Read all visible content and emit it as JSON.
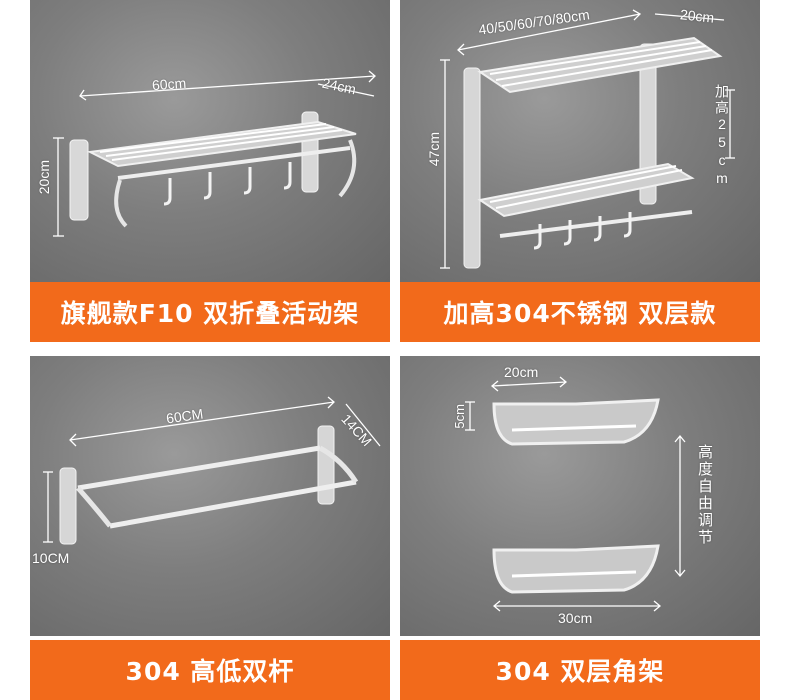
{
  "panels": [
    {
      "caption": "旗舰款F10 双折叠活动架",
      "dims": {
        "width": "60cm",
        "depth": "24cm",
        "height": "20cm"
      }
    },
    {
      "caption": "加高304不锈钢 双层款",
      "dims": {
        "width": "40/50/60/70/80cm",
        "depth": "20cm",
        "height": "47cm",
        "extra": "加高25cm"
      }
    },
    {
      "caption": "304 高低双杆",
      "dims": {
        "width": "60CM",
        "depth": "14CM",
        "height": "10CM"
      }
    },
    {
      "caption": "304 双层角架",
      "dims": {
        "top_width": "20cm",
        "rail_height": "5cm",
        "bottom_width": "30cm",
        "adjustable": "高度自由调节"
      }
    }
  ],
  "colors": {
    "caption_bg": "#f26a1b",
    "caption_text": "#ffffff",
    "photo_bg": "#7e7e7e"
  }
}
